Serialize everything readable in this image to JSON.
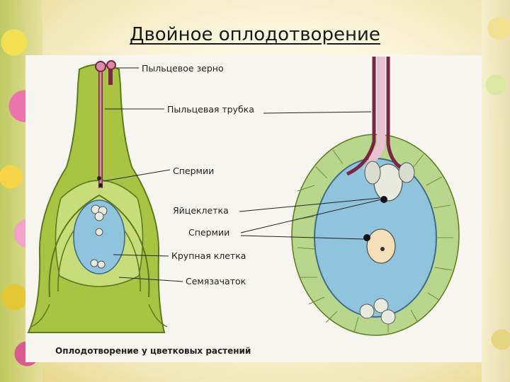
{
  "title": "Двойное оплодотворение",
  "diagram": {
    "labels": {
      "pollen_grain": "Пыльцевое зерно",
      "pollen_tube": "Пыльцевая трубка",
      "sperm_top": "Спермии",
      "egg_cell": "Яйцеклетка",
      "sperm_bottom": "Спермии",
      "large_cell": "Крупная клетка",
      "ovule": "Семязачаток"
    },
    "caption": "Оплодотворение у цветковых растений"
  },
  "colors": {
    "pistil_green": "#a9c442",
    "pistil_dark": "#5f7a1c",
    "embryo_sac_blue": "#8fc4dc",
    "tube_pink": "#d98aa6",
    "tube_dark": "#7a2446",
    "cell_wall_green": "#b8d68c"
  }
}
